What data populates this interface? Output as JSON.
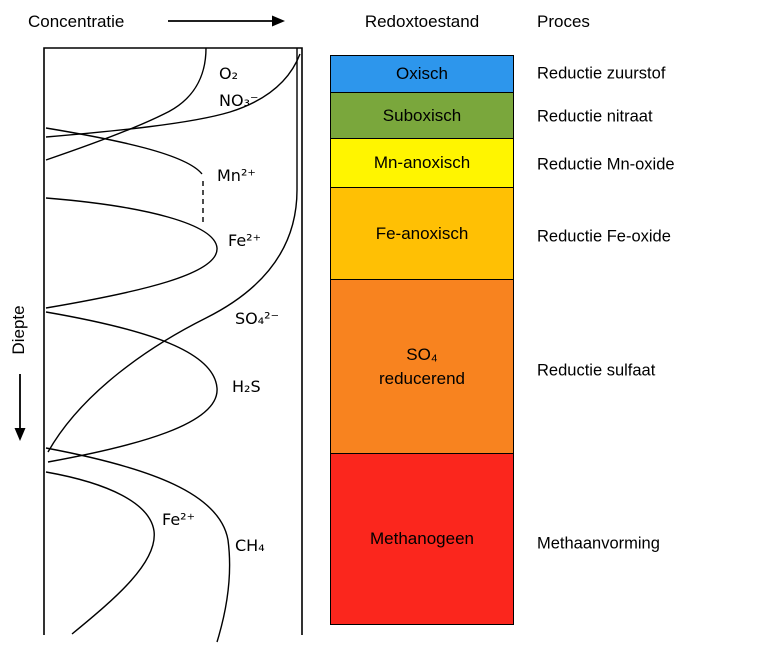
{
  "plot": {
    "xlabel": "Concentratie",
    "ylabel": "Diepte",
    "species": [
      {
        "label": "O₂"
      },
      {
        "label": "NO₃⁻"
      },
      {
        "label": "Mn²⁺"
      },
      {
        "label": "Fe²⁺"
      },
      {
        "label": "SO₄²⁻"
      },
      {
        "label": "H₂S"
      },
      {
        "label": "Fe²⁺"
      },
      {
        "label": "CH₄"
      }
    ]
  },
  "headers": {
    "redox": "Redoxtoestand",
    "process": "Proces"
  },
  "zones": [
    {
      "label": "Oxisch",
      "color": "#2D96EC",
      "height": 38,
      "process": "Reductie zuurstof"
    },
    {
      "label": "Suboxisch",
      "color": "#7AA73C",
      "height": 47,
      "process": "Reductie nitraat"
    },
    {
      "label": "Mn-anoxisch",
      "color": "#FFF500",
      "height": 50,
      "process": "Reductie Mn-oxide"
    },
    {
      "label": "Fe-anoxisch",
      "color": "#FFC004",
      "height": 93,
      "process": "Reductie Fe-oxide"
    },
    {
      "label": "SO₄\nreducerend",
      "color": "#F8831F",
      "height": 175,
      "process": "Reductie sulfaat"
    },
    {
      "label": "Methanogeen",
      "color": "#FB261D",
      "height": 172,
      "process": "Methaanvorming"
    }
  ]
}
